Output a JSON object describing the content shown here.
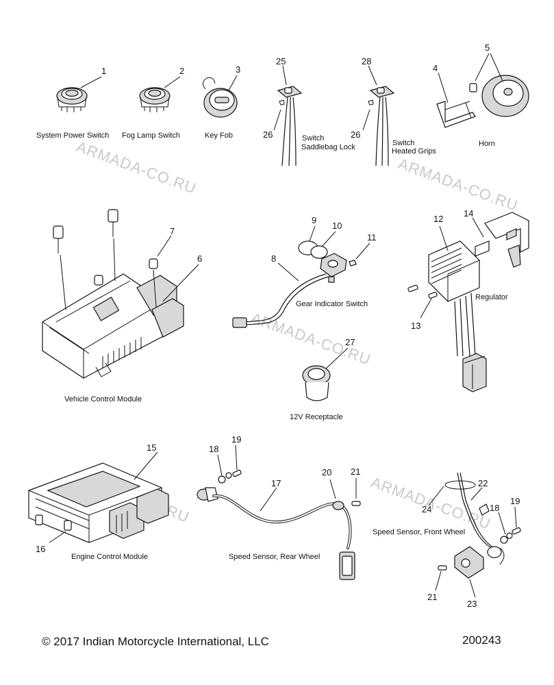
{
  "watermark": "ARMADA-CO.RU",
  "parts": [
    {
      "id": "1"
    },
    {
      "id": "2"
    },
    {
      "id": "3"
    },
    {
      "id": "4"
    },
    {
      "id": "5"
    },
    {
      "id": "6"
    },
    {
      "id": "7"
    },
    {
      "id": "8"
    },
    {
      "id": "9"
    },
    {
      "id": "10"
    },
    {
      "id": "11"
    },
    {
      "id": "12"
    },
    {
      "id": "13"
    },
    {
      "id": "14"
    },
    {
      "id": "15"
    },
    {
      "id": "16"
    },
    {
      "id": "17"
    },
    {
      "id": "18"
    },
    {
      "id": "19"
    },
    {
      "id": "20"
    },
    {
      "id": "21"
    },
    {
      "id": "22"
    },
    {
      "id": "23"
    },
    {
      "id": "24"
    },
    {
      "id": "25"
    },
    {
      "id": "26"
    },
    {
      "id": "27"
    },
    {
      "id": "28"
    }
  ],
  "captions": {
    "system_power_switch": "System Power Switch",
    "fog_lamp_switch": "Fog Lamp Switch",
    "key_fob": "Key Fob",
    "switch_saddlebag_lock_1": "Switch",
    "switch_saddlebag_lock_2": "Saddlebag Lock",
    "switch_heated_grips_1": "Switch",
    "switch_heated_grips_2": "Heated Grips",
    "horn": "Horn",
    "gear_indicator_switch": "Gear Indicator Switch",
    "regulator": "Regulator",
    "vehicle_control_module": "Vehicle Control Module",
    "receptacle_12v": "12V Receptacle",
    "engine_control_module": "Engine Control Module",
    "speed_sensor_rear": "Speed Sensor, Rear Wheel",
    "speed_sensor_front": "Speed Sensor, Front Wheel"
  },
  "footer": {
    "copyright": "© 2017 Indian Motorcycle International, LLC",
    "diagram_number": "200243"
  }
}
